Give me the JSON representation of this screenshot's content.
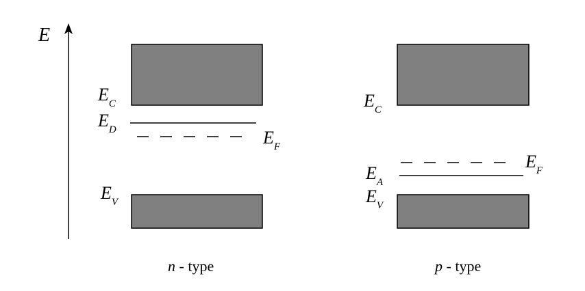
{
  "colors": {
    "band_fill": "#808080",
    "line": "#000000",
    "background": "#ffffff"
  },
  "axis": {
    "label": "E"
  },
  "n_type": {
    "caption_var": "n",
    "caption_rest": " - type",
    "conduction_label": {
      "main": "E",
      "sub": "C"
    },
    "donor_label": {
      "main": "E",
      "sub": "D"
    },
    "fermi_label": {
      "main": "E",
      "sub": "F"
    },
    "valence_label": {
      "main": "E",
      "sub": "V"
    }
  },
  "p_type": {
    "caption_var": "p",
    "caption_rest": " - type",
    "conduction_label": {
      "main": "E",
      "sub": "C"
    },
    "acceptor_label": {
      "main": "E",
      "sub": "A"
    },
    "fermi_label": {
      "main": "E",
      "sub": "F"
    },
    "valence_label": {
      "main": "E",
      "sub": "V"
    }
  }
}
